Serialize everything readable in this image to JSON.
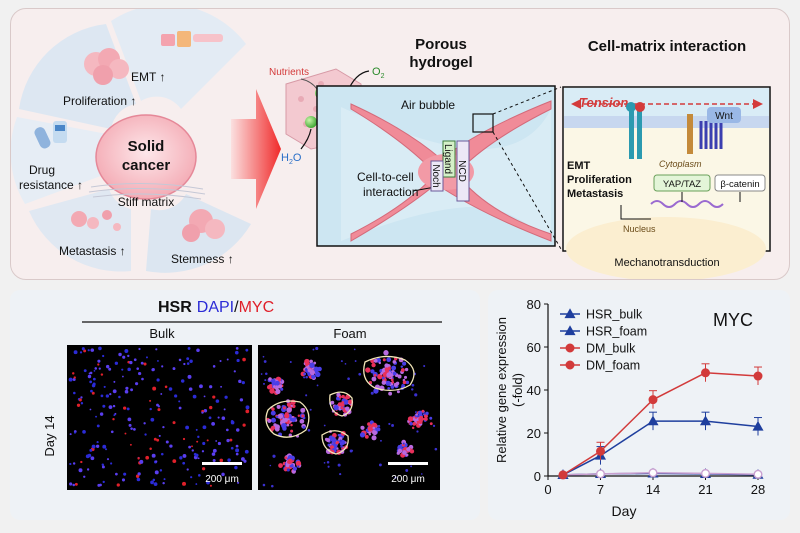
{
  "top": {
    "labels": {
      "emt": "EMT ↑",
      "proliferation": "Proliferation ↑",
      "drug_resistance_1": "Drug",
      "drug_resistance_2": "resistance ↑",
      "metastasis": "Metastasis ↑",
      "stemness": "Stemness ↑",
      "solid_cancer_1": "Solid",
      "solid_cancer_2": "cancer",
      "stiff_matrix": "Stiff matrix",
      "nutrients": "Nutrients",
      "o2": "O",
      "o2_sub": "2",
      "h2o": "H",
      "h2o_sub": "2",
      "h2o_o": "O",
      "porous_1": "Porous",
      "porous_2": "hydrogel",
      "air_bubble": "Air bubble",
      "cell_to_cell_1": "Cell-to-cell",
      "cell_to_cell_2": "interaction",
      "ligand": "Ligand",
      "ncd": "NCD",
      "noch": "Noch",
      "cell_matrix": "Cell-matrix interaction",
      "tension": "Tension",
      "wnt": "Wnt",
      "cytoplasm": "Cytoplasm",
      "emt_plain": "EMT",
      "proliferation_plain": "Proliferation",
      "metastasis_plain": "Metastasis",
      "yap_taz": "YAP/TAZ",
      "beta_catenin": "β-catenin",
      "nucleus": "Nucleus",
      "mechanotransduction": "Mechanotransduction"
    }
  },
  "micrograph": {
    "title_hsr": "HSR",
    "title_dapi": "DAPI",
    "title_slash": "/",
    "title_myc": "MYC",
    "col_bulk": "Bulk",
    "col_foam": "Foam",
    "row_label": "Day 14",
    "scale_bar": "200 μm",
    "colors": {
      "dapi": "#2b2bd6",
      "myc": "#e0202a"
    }
  },
  "chart_data": {
    "type": "line",
    "title": "MYC",
    "xlabel": "Day",
    "ylabel": "Relative gene expression (-fold)",
    "ylabel_line1": "Relative gene expression",
    "ylabel_line2": "(-fold)",
    "xlim": [
      0,
      28
    ],
    "ylim": [
      0,
      80
    ],
    "xticks": [
      0,
      7,
      14,
      21,
      28
    ],
    "yticks": [
      0,
      20,
      40,
      60,
      80
    ],
    "x": [
      2,
      7,
      14,
      21,
      28
    ],
    "legend_position": "top-left",
    "series": [
      {
        "name": "HSR_bulk",
        "values": [
          0.5,
          1.0,
          1.2,
          1.0,
          0.6
        ],
        "color": "#1f3f9e",
        "marker": "triangle",
        "filled": true
      },
      {
        "name": "HSR_foam",
        "values": [
          0.5,
          9.5,
          25.5,
          25.5,
          23.0
        ],
        "color": "#1f3f9e",
        "marker": "triangle",
        "filled": true
      },
      {
        "name": "DM_bulk",
        "values": [
          0.5,
          1.0,
          1.5,
          1.2,
          0.8
        ],
        "color": "#c9a0d0",
        "marker": "circle",
        "filled": false
      },
      {
        "name": "DM_foam",
        "values": [
          0.5,
          11.5,
          35.5,
          48.0,
          46.5
        ],
        "color": "#d23a3a",
        "marker": "circle",
        "filled": true
      }
    ],
    "legend_entries": [
      {
        "name": "HSR_bulk",
        "color": "#1f3f9e",
        "marker": "triangle"
      },
      {
        "name": "HSR_foam",
        "color": "#1f3f9e",
        "marker": "triangle"
      },
      {
        "name": "DM_bulk",
        "color": "#d23a3a",
        "marker": "circle"
      },
      {
        "name": "DM_foam",
        "color": "#d23a3a",
        "marker": "circle"
      }
    ]
  }
}
